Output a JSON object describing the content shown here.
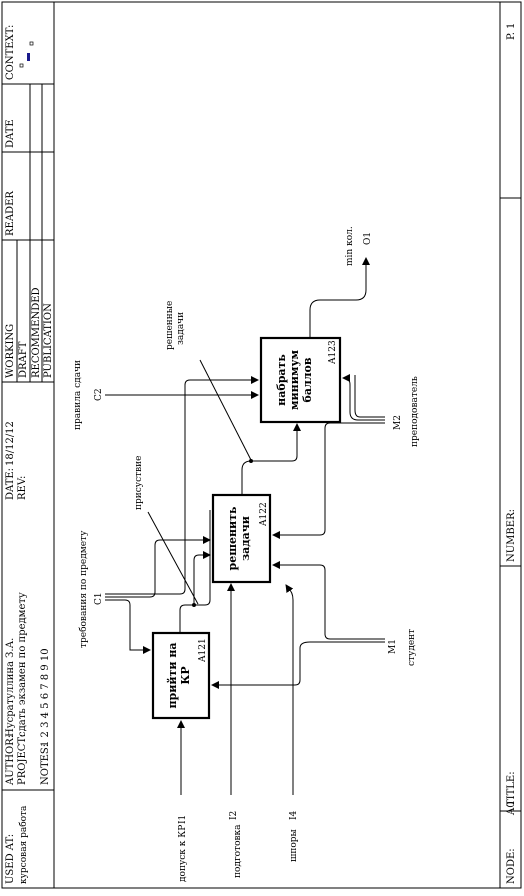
{
  "header": {
    "used_at_label": "USED AT:",
    "used_at_value": "курсовая работа",
    "author_label": "AUTHOR:",
    "author_value": "Нусратуллина З.А.",
    "project_label": "PROJECT:",
    "project_value": "сдать экзамен по предмету",
    "date_label": "DATE:",
    "date_value": "18/12/12",
    "rev_label": "REV:",
    "notes_label": "NOTES:",
    "notes_values": "1  2  3  4  5  6  7  8  9  10",
    "status": [
      "WORKING",
      "DRAFT",
      "RECOMMENDED",
      "PUBLICATION"
    ],
    "reader_label": "READER",
    "reader_date_label": "DATE",
    "context_label": "CONTEXT:"
  },
  "footer": {
    "node_label": "NODE:",
    "node_value": "A0",
    "title_label": "TITLE:",
    "number_label": "NUMBER:",
    "page_value": "P. 1"
  },
  "boxes": [
    {
      "line1": "прийти на",
      "line2": "КР",
      "code": "A121"
    },
    {
      "line1": "решенить",
      "line2": "задачи",
      "code": "A122"
    },
    {
      "line1": "набрать",
      "line2": "минимум",
      "line3": "баллов",
      "code": "A123"
    }
  ],
  "arrows": {
    "i1": {
      "code": "I1",
      "label": "допуск к КР"
    },
    "i2": {
      "code": "I2",
      "label": "подготовка"
    },
    "i4": {
      "code": "I4",
      "label": "шпоры"
    },
    "c1": {
      "code": "C1",
      "label": "требования по предмету"
    },
    "c2": {
      "code": "C2",
      "label": "правила сдачи"
    },
    "m1": {
      "code": "M1",
      "label": "студент"
    },
    "m2": {
      "code": "M2",
      "label": "преподователь"
    },
    "o1": {
      "code": "O1",
      "label": "min кол."
    },
    "presence": "присуствие",
    "solved_line1": "решенные",
    "solved_line2": "задачи"
  }
}
